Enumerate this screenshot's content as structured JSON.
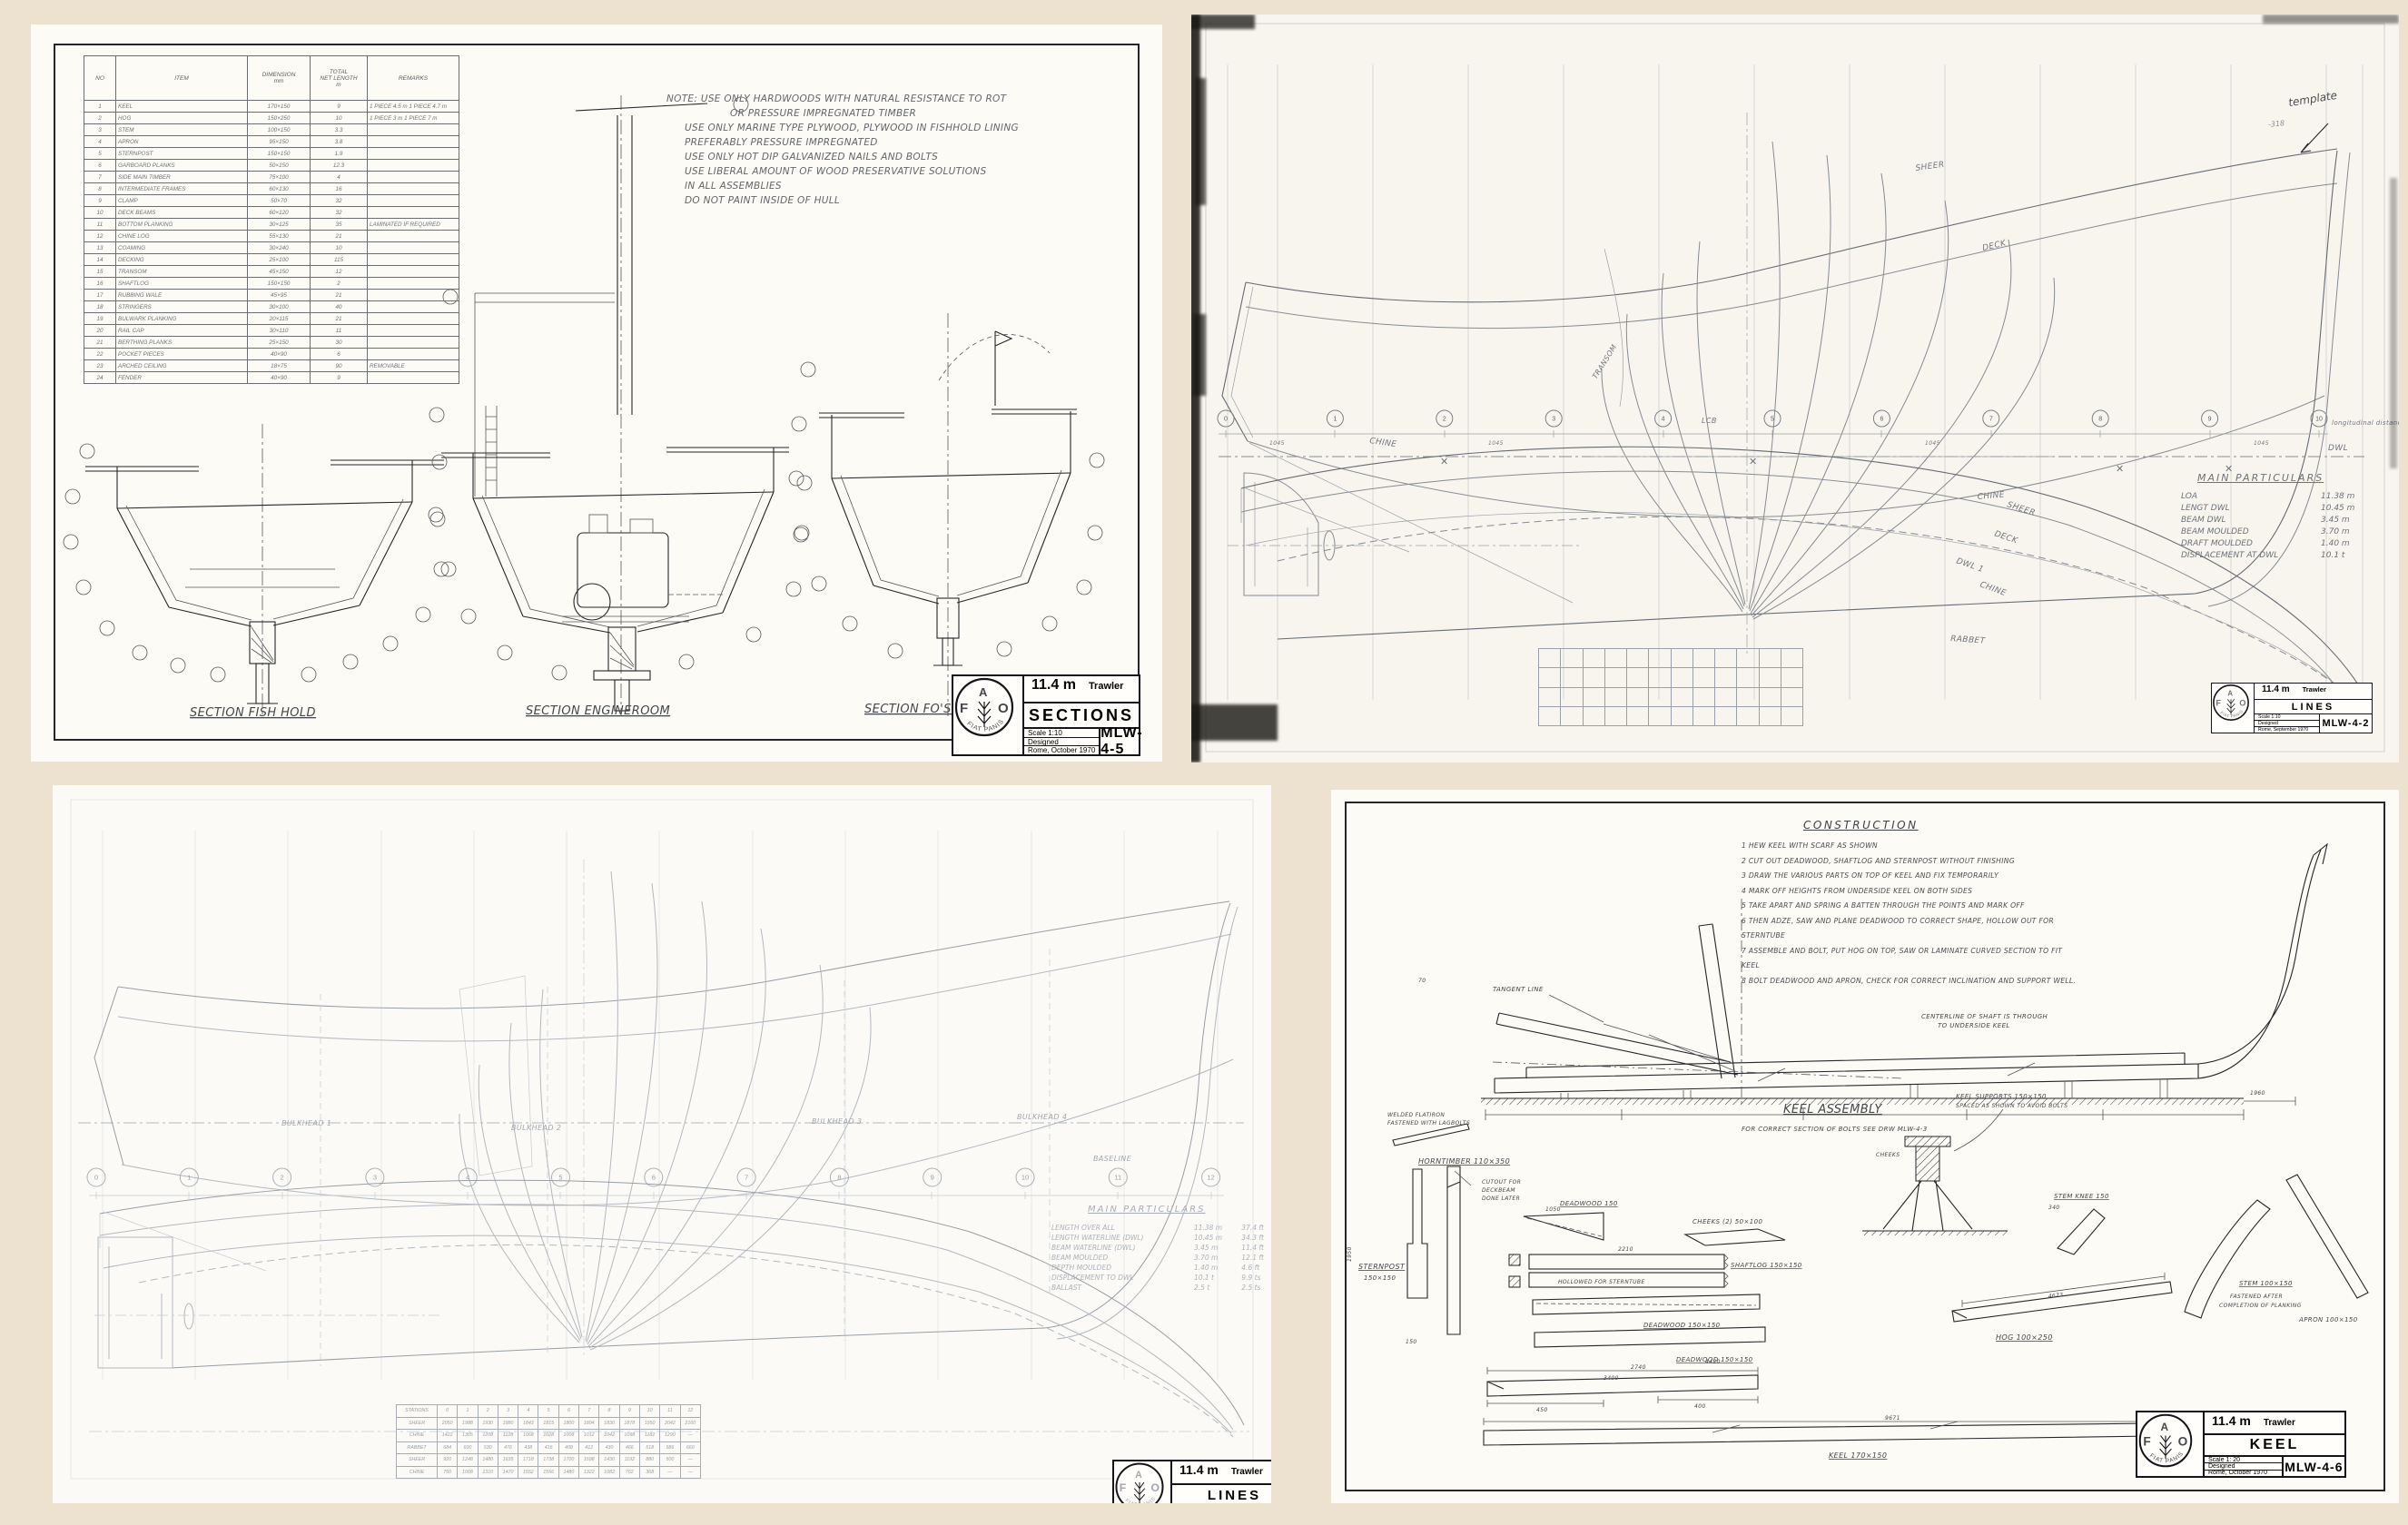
{
  "fao": {
    "f": "F",
    "a": "A",
    "o": "O",
    "motto": "FIAT PANIS"
  },
  "panels": {
    "sections": {
      "title_block": {
        "size": "11.4 m",
        "craft": "Trawler",
        "title": "SECTIONS",
        "scale": "Scale   1:10",
        "designed": "Designed",
        "date": "Rome, October 1970",
        "number": "MLW-4-5"
      },
      "notes": [
        "NOTE:  USE ONLY HARDWOODS WITH NATURAL RESISTANCE TO ROT",
        "OR PRESSURE IMPREGNATED TIMBER",
        "USE ONLY MARINE TYPE PLYWOOD, PLYWOOD IN FISHHOLD LINING",
        "PREFERABLY PRESSURE IMPREGNATED",
        "USE ONLY HOT DIP GALVANIZED NAILS AND BOLTS",
        "USE LIBERAL AMOUNT OF WOOD PRESERVATIVE SOLUTIONS",
        "IN ALL ASSEMBLIES",
        "DO NOT PAINT INSIDE OF HULL"
      ],
      "section_labels": {
        "fish_hold": "SECTION FISH HOLD",
        "engineroom": "SECTION ENGINEROOM",
        "foscle": "SECTION FO'SCLE"
      },
      "table": {
        "headers": [
          "NO",
          "ITEM",
          "DIMENSION\nmm",
          "TOTAL\nNET LENGTH\nm",
          "REMARKS"
        ],
        "rows": [
          [
            "1",
            "KEEL",
            "170×150",
            "9",
            "1 PIECE 4.5 m  1 PIECE 4.7 m"
          ],
          [
            "2",
            "HOG",
            "150×250",
            "10",
            "1 PIECE 3 m  1 PIECE 7 m"
          ],
          [
            "3",
            "STEM",
            "100×150",
            "3.3",
            ""
          ],
          [
            "4",
            "APRON",
            "95×150",
            "3.8",
            ""
          ],
          [
            "5",
            "STERNPOST",
            "150×150",
            "1.9",
            ""
          ],
          [
            "6",
            "GARBOARD PLANKS",
            "50×150",
            "12.3",
            ""
          ],
          [
            "7",
            "SIDE MAIN TIMBER",
            "75×100",
            "4",
            ""
          ],
          [
            "8",
            "INTERMEDIATE FRAMES",
            "60×130",
            "16",
            ""
          ],
          [
            "9",
            "CLAMP",
            "50×70",
            "32",
            ""
          ],
          [
            "10",
            "DECK BEAMS",
            "60×120",
            "32",
            ""
          ],
          [
            "11",
            "BOTTOM PLANKING",
            "30×125",
            "35",
            "LAMINATED IF REQUIRED"
          ],
          [
            "12",
            "CHINE LOG",
            "55×130",
            "21",
            ""
          ],
          [
            "13",
            "COAMING",
            "30×240",
            "10",
            ""
          ],
          [
            "14",
            "DECKING",
            "25×100",
            "115",
            ""
          ],
          [
            "15",
            "TRANSOM",
            "45×150",
            "12",
            ""
          ],
          [
            "16",
            "SHAFTLOG",
            "150×150",
            "2",
            ""
          ],
          [
            "17",
            "RUBBING WALE",
            "45×95",
            "21",
            ""
          ],
          [
            "18",
            "STRINGERS",
            "30×100",
            "40",
            ""
          ],
          [
            "19",
            "BULWARK PLANKING",
            "20×115",
            "21",
            ""
          ],
          [
            "20",
            "RAIL CAP",
            "30×110",
            "11",
            ""
          ],
          [
            "21",
            "BERTHING PLANKS",
            "25×150",
            "30",
            ""
          ],
          [
            "22",
            "POCKET PIECES",
            "40×90",
            "6",
            ""
          ],
          [
            "23",
            "ARCHED CEILING",
            "18×75",
            "90",
            "REMOVABLE"
          ],
          [
            "24",
            "FENDER",
            "40×90",
            "9",
            ""
          ]
        ]
      }
    },
    "lines": {
      "title_block": {
        "size": "11.4 m",
        "craft": "Trawler",
        "title": "LINES",
        "scale": "Scale   1:10",
        "designed": "Designed",
        "date": "Rome, September 1970",
        "number": "MLW-4-2"
      },
      "handwritten_note": "template",
      "handwritten_num": "-318",
      "main_particulars": {
        "title": "MAIN PARTICULARS",
        "rows": [
          [
            "LOA",
            "11.38 m"
          ],
          [
            "LENGT DWL",
            "10.45 m"
          ],
          [
            "BEAM DWL",
            "3.45 m"
          ],
          [
            "BEAM MOULDED",
            "3.70 m"
          ],
          [
            "DRAFT MOULDED",
            "1.40 m"
          ],
          [
            "DISPLACEMENT AT DWL",
            "10.1 t"
          ]
        ]
      },
      "stations": [
        "0",
        "1",
        "2",
        "3",
        "4",
        "5",
        "6",
        "7",
        "8",
        "9",
        "10"
      ],
      "station_spacing": "1045",
      "station_note": "longitudinal distance",
      "curve_labels": {
        "sheer": "SHEER",
        "deck": "DECK",
        "chine": "CHINE",
        "chine2": "CHINE",
        "dwl": "DWL",
        "transom": "TRANSOM",
        "lcb": "LCB",
        "rabbet": "RABBET",
        "sheer_hb": "SHEER",
        "deck_hb": "DECK",
        "dwl1_hb": "DWL 1",
        "chine_hb": "CHINE"
      },
      "offsets_grid": {
        "rows": [
          [
            "",
            "",
            "",
            "",
            "",
            "",
            "",
            "",
            "",
            "",
            "",
            ""
          ],
          [
            "",
            "",
            "",
            "",
            "",
            "",
            "",
            "",
            "",
            "",
            "",
            ""
          ],
          [
            "",
            "",
            "",
            "",
            "",
            "",
            "",
            "",
            "",
            "",
            "",
            ""
          ],
          [
            "",
            "",
            "",
            "",
            "",
            "",
            "",
            "",
            "",
            "",
            "",
            ""
          ]
        ]
      }
    },
    "lines2": {
      "title_block": {
        "size": "11.4 m",
        "craft": "Trawler",
        "title": "LINES"
      },
      "main_particulars": {
        "title": "MAIN PARTICULARS",
        "rows": [
          [
            "LENGTH OVER ALL",
            "11.38 m",
            "37.4 ft"
          ],
          [
            "LENGTH WATERLINE (DWL)",
            "10.45 m",
            "34.3 ft"
          ],
          [
            "BEAM WATERLINE (DWL)",
            "3.45 m",
            "11.4 ft"
          ],
          [
            "BEAM MOULDED",
            "3.70 m",
            "12.1 ft"
          ],
          [
            "DEPTH MOULDED",
            "1.40 m",
            "4.6 ft"
          ],
          [
            "DISPLACEMENT TO DWL",
            "10.1 t",
            "9.9 ts"
          ],
          [
            "BALLAST",
            "2.5 t",
            "2.5 ts"
          ]
        ]
      },
      "stations": [
        "0",
        "1",
        "2",
        "3",
        "4",
        "5",
        "6",
        "7",
        "8",
        "9",
        "10",
        "11",
        "12"
      ],
      "labels": {
        "bulkhead1": "BULKHEAD 1",
        "bulkhead2": "BULKHEAD 2",
        "bulkhead3": "BULKHEAD 3",
        "bulkhead4": "BULKHEAD 4",
        "baseline": "BASELINE"
      },
      "offsets": {
        "rows": [
          [
            "STATIONS",
            "0",
            "1",
            "2",
            "3",
            "4",
            "5",
            "6",
            "7",
            "8",
            "9",
            "10",
            "11",
            "12"
          ],
          [
            "SHEER",
            "2050",
            "1988",
            "1930",
            "1880",
            "1843",
            "1815",
            "1800",
            "1804",
            "1830",
            "1878",
            "1950",
            "2042",
            "2160"
          ],
          [
            "CHINE",
            "1422",
            "1305",
            "1208",
            "1128",
            "1068",
            "1028",
            "1008",
            "1012",
            "1042",
            "1098",
            "1182",
            "1290",
            "—"
          ],
          [
            "RABBET",
            "684",
            "600",
            "530",
            "476",
            "438",
            "416",
            "408",
            "412",
            "430",
            "466",
            "518",
            "586",
            "660"
          ],
          [
            "SHEER",
            "920",
            "1248",
            "1480",
            "1635",
            "1718",
            "1738",
            "1700",
            "1598",
            "1430",
            "1192",
            "880",
            "500",
            "—"
          ],
          [
            "CHINE",
            "750",
            "1068",
            "1310",
            "1470",
            "1552",
            "1556",
            "1480",
            "1322",
            "1082",
            "762",
            "368",
            "—",
            "—"
          ]
        ]
      }
    },
    "keel": {
      "title_block": {
        "size": "11.4 m",
        "craft": "Trawler",
        "title": "KEEL",
        "scale": "Scale   1: 20",
        "designed": "Designed",
        "date": "Rome, October 1970",
        "number": "MLW-4-6"
      },
      "construction": {
        "title": "CONSTRUCTION",
        "items": [
          "1    HEW KEEL WITH SCARF AS SHOWN",
          "2    CUT OUT DEADWOOD, SHAFTLOG AND STERNPOST WITHOUT FINISHING",
          "3    DRAW THE VARIOUS PARTS ON TOP OF KEEL AND FIX TEMPORARILY",
          "4    MARK OFF HEIGHTS FROM UNDERSIDE KEEL ON BOTH SIDES",
          "5    TAKE APART AND SPRING A BATTEN THROUGH THE POINTS AND MARK OFF",
          "6    THEN ADZE, SAW AND PLANE DEADWOOD TO CORRECT SHAPE, HOLLOW OUT FOR STERNTUBE",
          "7    ASSEMBLE AND BOLT, PUT HOG ON TOP, SAW OR LAMINATE CURVED SECTION TO FIT KEEL",
          "8    BOLT DEADWOOD AND APRON, CHECK FOR CORRECT INCLINATION AND SUPPORT WELL."
        ]
      },
      "assembly_label": "KEEL ASSEMBLY",
      "assembly_note": "FOR CORRECT SECTION OF BOLTS SEE DRW MLW-4-3",
      "support_note_1": "KEEL SUPPORTS 150×150",
      "support_note_2": "SPACED AS SHOWN TO AVOID BOLTS",
      "shaft_note_1": "CENTERLINE OF SHAFT IS THROUGH",
      "shaft_note_2": "TO UNDERSIDE KEEL",
      "tangent_label": "TANGENT LINE",
      "flatiron_note_1": "WELDED FLATIRON",
      "flatiron_note_2": "FASTENED WITH LAGBOLTS",
      "cheeks_detail": "CHEEKS",
      "parts": {
        "horntimber": "HORNTIMBER  110×350",
        "sternpost_1": "STERNPOST",
        "sternpost_2": "150×150",
        "cutout_1": "CUTOUT FOR",
        "cutout_2": "DECKBEAM",
        "cutout_3": "DONE LATER",
        "deadwood_a": "DEADWOOD  150",
        "cheeks2": "CHEEKS (2)  50×100",
        "shaftlog": "SHAFTLOG  150×150",
        "hollowed": "HOLLOWED FOR STERNTUBE",
        "deadwood_b": "DEADWOOD  150×150",
        "deadwood_c": "DEADWOOD  150×150",
        "keel": "KEEL  170×150",
        "stemknee": "STEM KNEE  150",
        "stem": "STEM  100×150",
        "stem_note1": "FASTENED AFTER",
        "stem_note2": "COMPLETION OF PLANKING",
        "hog": "HOG  100×250",
        "apron": "APRON  100×150"
      },
      "dims": {
        "d1050": "1050",
        "d2210": "2210",
        "d2740": "2740",
        "d4420": "4420",
        "d3400": "3400",
        "d450": "450",
        "d400": "400",
        "d4673": "4673",
        "d1960": "1960",
        "d9671": "9671",
        "d1950": "1950",
        "d70": "70",
        "d150": "150",
        "d340": "340"
      }
    }
  }
}
